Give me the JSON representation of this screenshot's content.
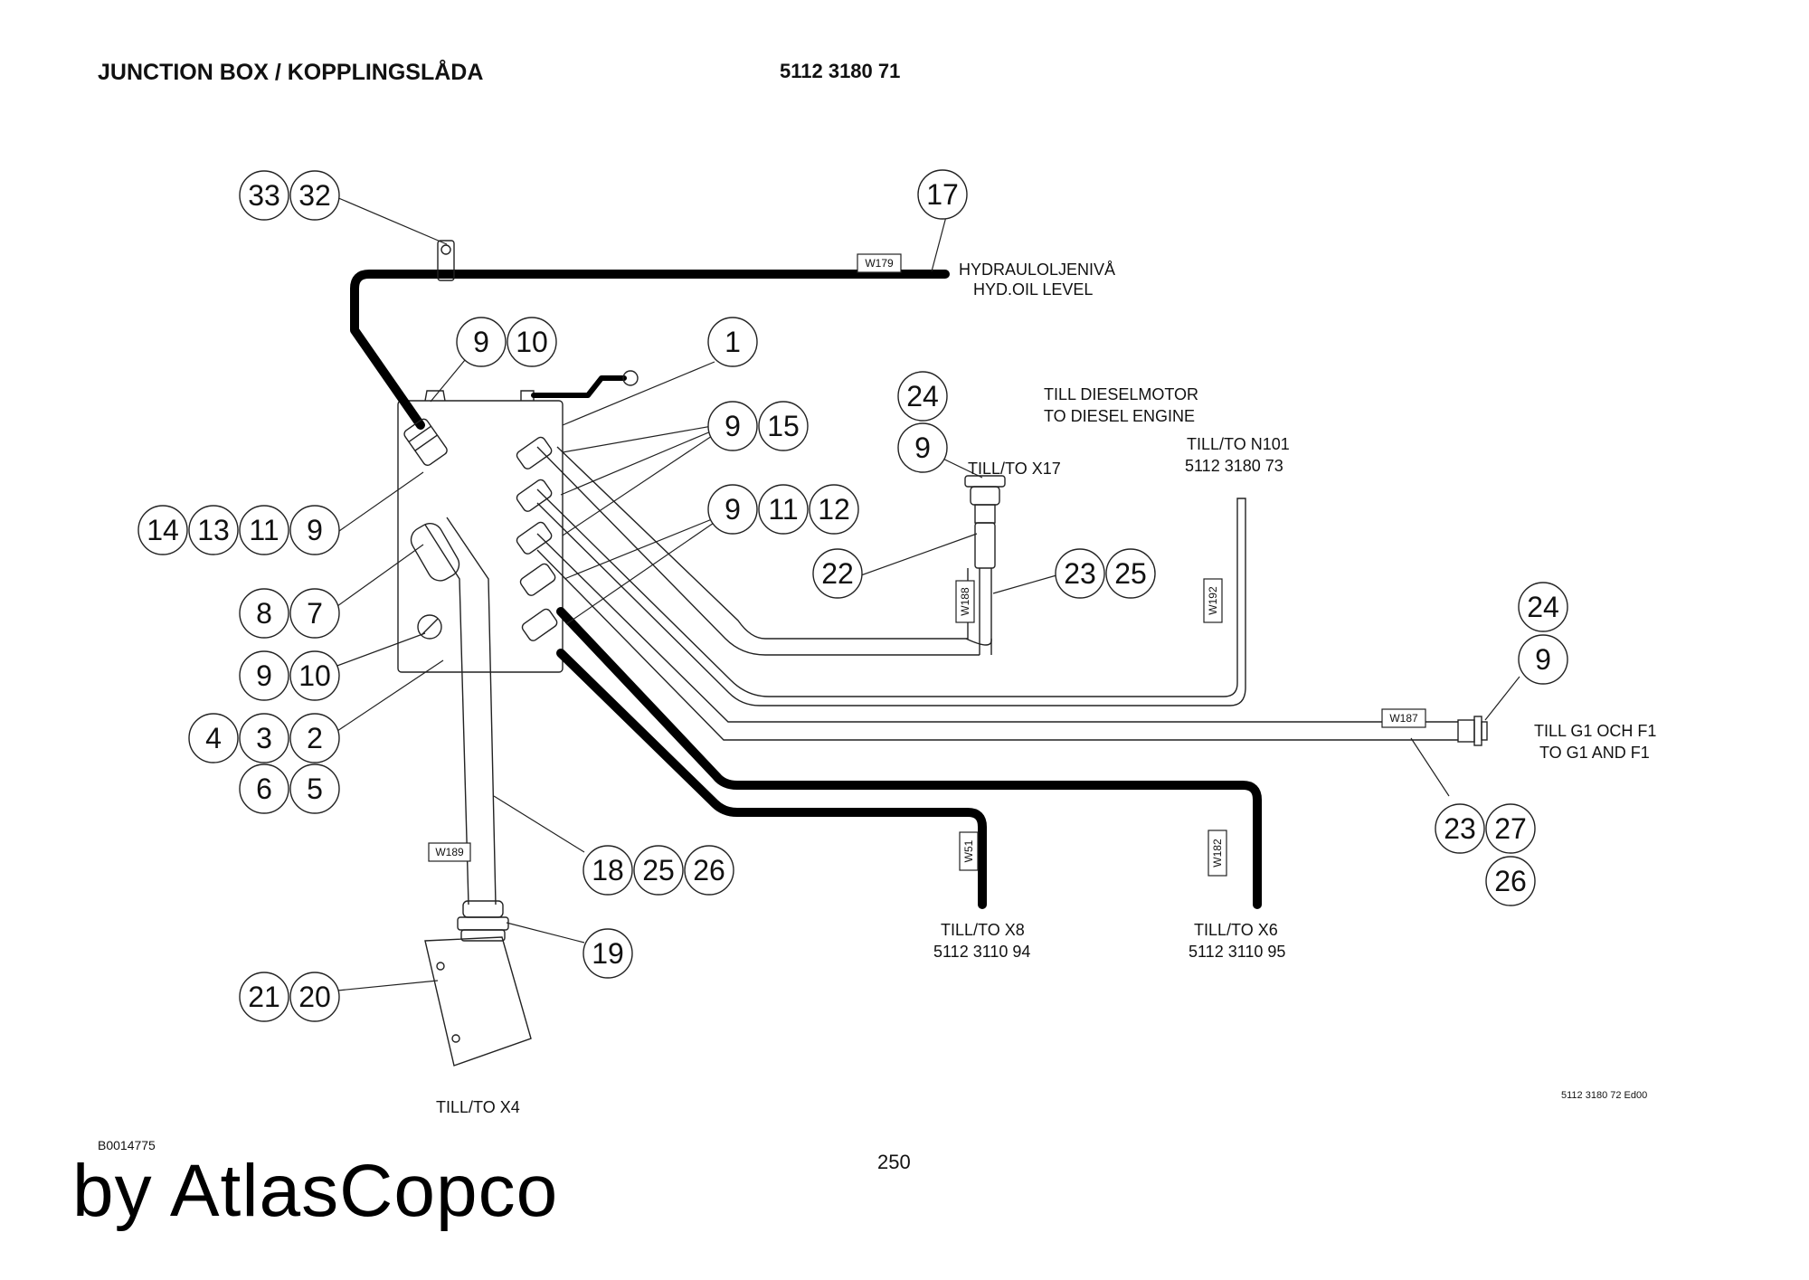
{
  "header": {
    "title": "JUNCTION BOX / KOPPLINGSLÅDA",
    "part_number": "5112 3180 71"
  },
  "callouts": {
    "c1": "33",
    "c2": "32",
    "c3": "17",
    "c4": "9",
    "c5": "10",
    "c6": "1",
    "c7": "9",
    "c8": "15",
    "c9": "9",
    "c10": "11",
    "c11": "12",
    "c12": "14",
    "c13": "13",
    "c14": "11",
    "c15": "9",
    "c16": "8",
    "c17": "7",
    "c18": "9",
    "c19": "10",
    "c20": "4",
    "c21": "3",
    "c22": "2",
    "c23": "6",
    "c24": "5",
    "c25": "24",
    "c26": "9",
    "c27": "22",
    "c28": "23",
    "c29": "25",
    "c30": "24",
    "c31": "9",
    "c32": "23",
    "c33": "27",
    "c34": "26",
    "c35": "18",
    "c36": "25",
    "c37": "26",
    "c38": "19",
    "c39": "21",
    "c40": "20"
  },
  "wire_tags": {
    "w179": "W179",
    "w188": "W188",
    "w192": "W192",
    "w187": "W187",
    "w51": "W51",
    "w182": "W182",
    "w189": "W189"
  },
  "labels": {
    "hyd_sv": "HYDRAULOLJENIVÅ",
    "hyd_en": "HYD.OIL LEVEL",
    "diesel_sv": "TILL DIESELMOTOR",
    "diesel_en": "TO DIESEL ENGINE",
    "x17": "TILL/TO X17",
    "n101": "TILL/TO N101",
    "n101_part": "5112 3180 73",
    "g1_sv": "TILL G1 OCH F1",
    "g1_en": "TO G1 AND F1",
    "x8": "TILL/TO X8",
    "x8_part": "5112 3110 94",
    "x6": "TILL/TO X6",
    "x6_part": "5112 3110 95",
    "x4": "TILL/TO X4",
    "drawing_ref": "5112 3180 72 Ed00"
  },
  "footer": {
    "doc_id": "B0014775",
    "page_number": "250",
    "watermark": "by AtlasCopco"
  }
}
